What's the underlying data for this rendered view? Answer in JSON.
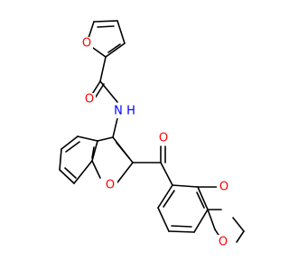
{
  "colors": {
    "bond": "#000000",
    "oxygen": "#ff0000",
    "nitrogen": "#0000ff",
    "background": "#ffffff"
  },
  "atoms": {
    "o_furan": "O",
    "o_amide": "O",
    "n_amide": "N",
    "h_amide": "H",
    "o_ketone": "O",
    "o_benzofuran": "O",
    "o_dioxole_top": "O",
    "o_dioxole_bottom": "O"
  }
}
